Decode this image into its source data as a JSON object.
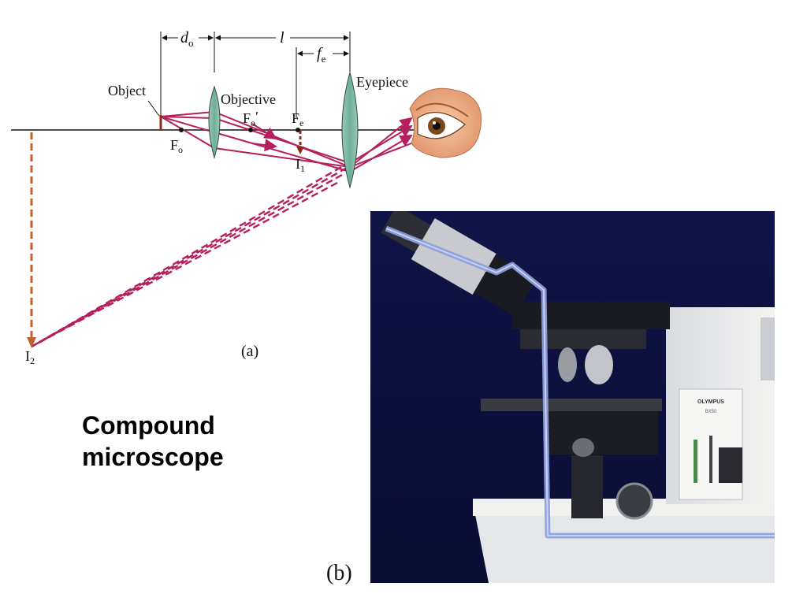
{
  "title": "Compound\nmicroscope",
  "diagram_a": {
    "panel_label": "(a)",
    "dimensions": {
      "object_distance": "d",
      "object_distance_sub": "o",
      "tube_length": "l",
      "eyepiece_focal": "f",
      "eyepiece_focal_sub": "e"
    },
    "labels": {
      "object": "Object",
      "objective": "Objective",
      "eyepiece": "Eyepiece",
      "focal_objective_left": "F",
      "focal_objective_left_sub": "o",
      "focal_objective_right": "F",
      "focal_objective_right_sub": "o",
      "focal_objective_right_prime": "′",
      "focal_eyepiece": "F",
      "focal_eyepiece_sub": "e",
      "image_1": "I",
      "image_1_sub": "1",
      "image_2": "I",
      "image_2_sub": "2"
    }
  },
  "photo_b": {
    "panel_label": "(b)",
    "brand": "OLYMPUS",
    "model": "BX50"
  },
  "colors": {
    "ray": "#b51f5e",
    "lens": "#7fb9a6",
    "image_arrow": "#c0622f",
    "photo_bg": "#0f1347",
    "light_path": "#8c9ee0"
  }
}
